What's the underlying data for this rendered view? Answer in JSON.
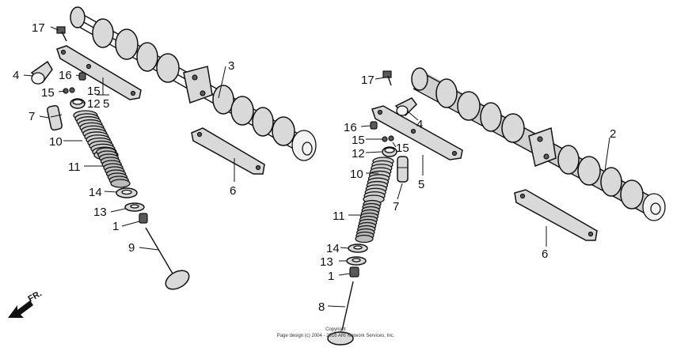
{
  "diagram": {
    "callouts": {
      "l17": "17",
      "l4": "4",
      "l16": "16",
      "l15a": "15",
      "l15b": "15",
      "l12": "12",
      "l5": "5",
      "l3": "3",
      "l7": "7",
      "l10": "10",
      "l11": "11",
      "l14": "14",
      "l13": "13",
      "l1": "1",
      "l9": "9",
      "l6": "6",
      "r17": "17",
      "r4": "4",
      "r16": "16",
      "r15a": "15",
      "r15b": "15",
      "r12": "12",
      "r10": "10",
      "r5": "5",
      "r7": "7",
      "r11": "11",
      "r14": "14",
      "r13": "13",
      "r1": "1",
      "r8": "8",
      "r2": "2",
      "r6": "6"
    },
    "direction_label": "FR.",
    "copyright_line1": "Copyright",
    "copyright_line2": "Page design (c) 2004 - 2016 ARI Network Services, Inc."
  }
}
